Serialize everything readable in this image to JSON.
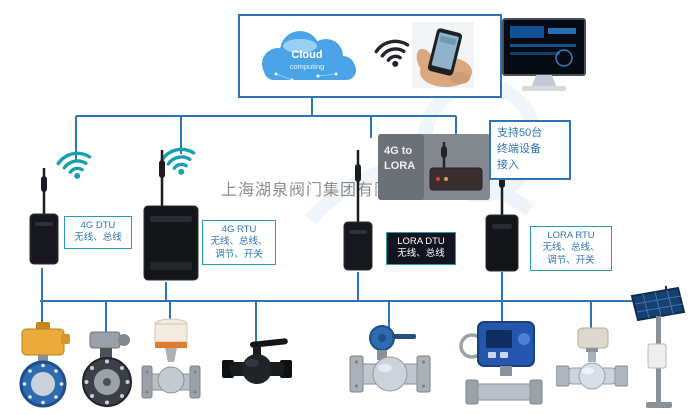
{
  "colors": {
    "wire_blue": "#2e75b6",
    "label_border_teal": "#2b9bb5",
    "label_text_blue": "#2e75b6",
    "wifi_teal": "#17a0b4",
    "actuator_yellow": "#ecaa3b",
    "actuator_blue": "#2456ae",
    "watermark_grey": "#8d8d8d"
  },
  "watermark": {
    "company": "上海湖泉阀门集团有限公司"
  },
  "cloud": {
    "title": "Cloud",
    "subtitle": "computing"
  },
  "gateway": {
    "line1": "4G to",
    "line2": "LORA"
  },
  "support": {
    "line1": "支持50台",
    "line2": "终端设备",
    "line3": "接入"
  },
  "nodes": [
    {
      "title": "4G DTU",
      "line1": "无线、总线"
    },
    {
      "title": "4G RTU",
      "line1": "无线、总线、",
      "line2": "调节、开关"
    },
    {
      "title": "LORA DTU",
      "line1": "无线、总线"
    },
    {
      "title": "LORA RTU",
      "line1": "无线、总线、",
      "line2": "调节、开关"
    }
  ],
  "scene_icons": [
    "cloud-computing-icon",
    "wifi-icon",
    "smartphone-in-hand-image",
    "computer-monitor-image",
    "antenna-device-4g-dtu",
    "antenna-device-4g-rtu",
    "lora-gateway-image",
    "antenna-device-lora-dtu",
    "antenna-device-lora-rtu"
  ],
  "equipment_icons": [
    "electric-butterfly-valve-yellow-actuator",
    "butterfly-valve-gear-operator",
    "gate-valve-pneumatic-actuator",
    "ball-valve-black",
    "flanged-ball-valve-lever",
    "electric-actuator-control-valve-blue",
    "stainless-ball-valve-electric-actuator",
    "solar-powered-monitoring-station"
  ]
}
